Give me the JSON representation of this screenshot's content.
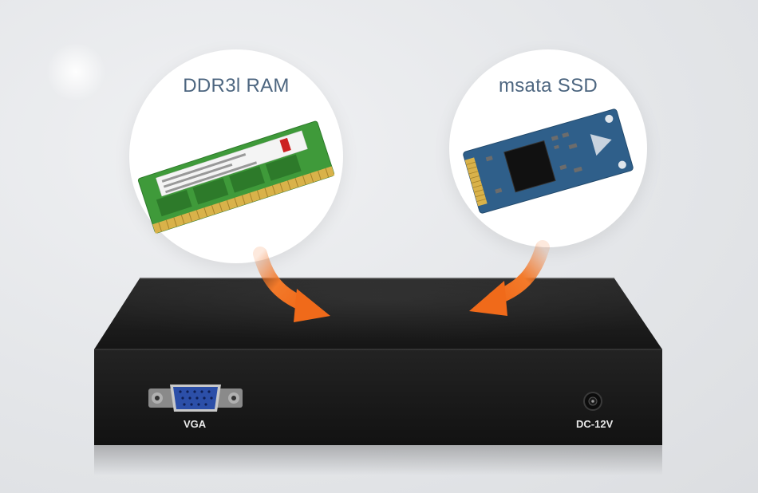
{
  "callouts": {
    "ram_label": "DDR3l RAM",
    "ssd_label": "msata SSD"
  },
  "ports": {
    "vga_label": "VGA",
    "dc_label": "DC-12V"
  },
  "colors": {
    "arrow": "#f06a1a",
    "case": "#1c1c1c",
    "label_text": "#4d6680",
    "ram_pcb": "#3f9a3a",
    "ssd_pcb": "#2f5f8a",
    "vga_connector": "#2c4fa8"
  }
}
